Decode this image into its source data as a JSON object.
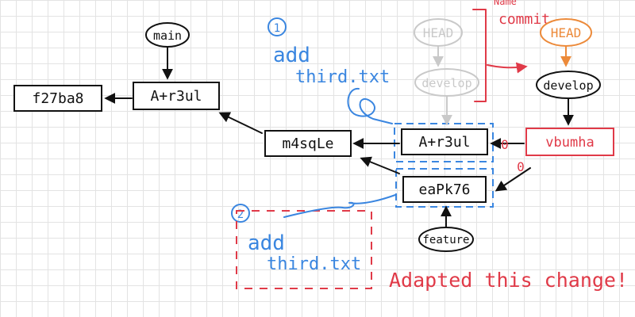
{
  "commits": {
    "root": "f27ba8",
    "main_commit": "A+r3ul",
    "middle": "m4sqLe",
    "copy": "A+r3ul",
    "feature_commit": "eaPk76",
    "new": "vbumha"
  },
  "refs": {
    "main": "main",
    "head_old": "HEAD",
    "develop_old": "develop",
    "head_new": "HEAD",
    "develop_new": "develop",
    "feature": "feature"
  },
  "annotations": {
    "step1_num": "1",
    "step1_line1": "add",
    "step1_line2": "third.txt",
    "step2_num": "2",
    "step2_line1": "add",
    "step2_line2": "third.txt",
    "top_label_partial": "Name",
    "top_label_commit": "commit",
    "marker_a": "0",
    "marker_b": "0",
    "adapted_note": "Adapted this change!"
  },
  "colors": {
    "ink": "#111111",
    "blue": "#3a86e0",
    "red": "#e03a48",
    "orange": "#ec8a3a",
    "faded": "#c9c9c9",
    "grid": "#e3e3e3"
  }
}
